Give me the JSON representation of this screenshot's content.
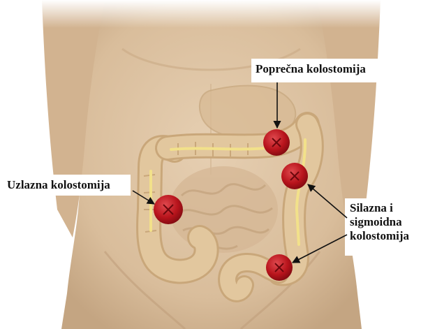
{
  "labels": {
    "transverse": "Poprečna kolostomija",
    "ascending": "Uzlazna kolostomija",
    "descending_l1": "Silazna i",
    "descending_l2": "sigmoidna",
    "descending_l3": "kolostomija"
  },
  "colors": {
    "background": "#ffffff",
    "skin": "#dcc2a2",
    "skin_shadow": "#c8ab8a",
    "colon": "#e2c79e",
    "colon_outline": "#c9a77a",
    "colon_band": "#f2e18a",
    "small_intestine": "#d6b896",
    "stoma": "#b8141c",
    "stoma_highlight": "#e04a4f",
    "arrow": "#111111",
    "text": "#111111"
  },
  "icons": {
    "stoma": "stoma-icon"
  }
}
